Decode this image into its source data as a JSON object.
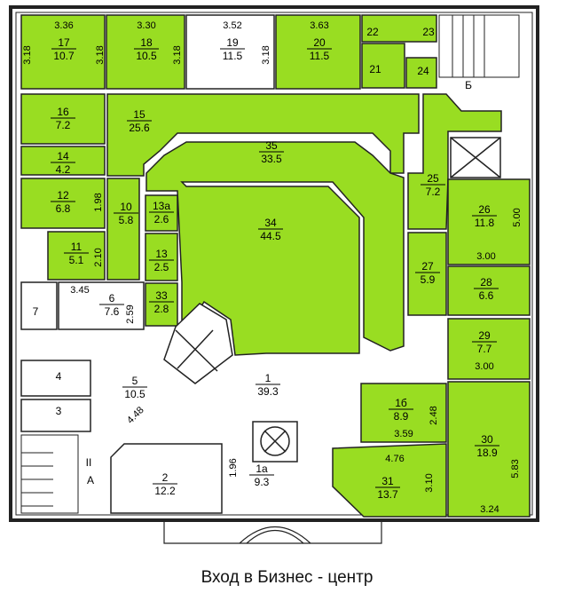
{
  "caption": "Вход в Бизнес - центр",
  "colors": {
    "green": "#99dd22",
    "wall": "#222222",
    "paper": "#ffffff"
  },
  "rooms": [
    {
      "num": "17",
      "area": "10.7",
      "green": true
    },
    {
      "num": "18",
      "area": "10.5",
      "green": true
    },
    {
      "num": "19",
      "area": "11.5",
      "green": false
    },
    {
      "num": "20",
      "area": "11.5",
      "green": true
    },
    {
      "num": "22",
      "area": "",
      "green": true
    },
    {
      "num": "23",
      "area": "",
      "green": true
    },
    {
      "num": "21",
      "area": "",
      "green": true
    },
    {
      "num": "24",
      "area": "",
      "green": true
    },
    {
      "num": "16",
      "area": "7.2",
      "green": true
    },
    {
      "num": "15",
      "area": "25.6",
      "green": true
    },
    {
      "num": "14",
      "area": "4.2",
      "green": true
    },
    {
      "num": "35",
      "area": "33.5",
      "green": true
    },
    {
      "num": "12",
      "area": "6.8",
      "green": true
    },
    {
      "num": "13а",
      "area": "2.6",
      "green": true
    },
    {
      "num": "34",
      "area": "44.5",
      "green": true
    },
    {
      "num": "10",
      "area": "5.8",
      "green": true
    },
    {
      "num": "11",
      "area": "5.1",
      "green": true
    },
    {
      "num": "13",
      "area": "2.5",
      "green": true
    },
    {
      "num": "25",
      "area": "7.2",
      "green": true
    },
    {
      "num": "26",
      "area": "11.8",
      "green": true
    },
    {
      "num": "27",
      "area": "5.9",
      "green": true
    },
    {
      "num": "28",
      "area": "6.6",
      "green": true
    },
    {
      "num": "33",
      "area": "2.8",
      "green": true
    },
    {
      "num": "6",
      "area": "7.6",
      "green": false
    },
    {
      "num": "29",
      "area": "7.7",
      "green": true
    },
    {
      "num": "5",
      "area": "10.5",
      "green": false
    },
    {
      "num": "1",
      "area": "39.3",
      "green": false
    },
    {
      "num": "1б",
      "area": "8.9",
      "green": true
    },
    {
      "num": "30",
      "area": "18.9",
      "green": true
    },
    {
      "num": "2",
      "area": "12.2",
      "green": false
    },
    {
      "num": "1а",
      "area": "9.3",
      "green": false
    },
    {
      "num": "31",
      "area": "13.7",
      "green": true
    }
  ],
  "labels": [
    {
      "text": "4"
    },
    {
      "text": "3"
    },
    {
      "text": "7"
    },
    {
      "text": "А"
    },
    {
      "text": "Б"
    },
    {
      "text": "II"
    }
  ],
  "dims": [
    {
      "text": "3.36"
    },
    {
      "text": "3.30"
    },
    {
      "text": "3.52"
    },
    {
      "text": "3.63"
    },
    {
      "text": "3.18"
    },
    {
      "text": "3.18"
    },
    {
      "text": "3.18"
    },
    {
      "text": "3.18"
    },
    {
      "text": "1.98"
    },
    {
      "text": "2.10"
    },
    {
      "text": "2.59"
    },
    {
      "text": "3.45"
    },
    {
      "text": "4.48"
    },
    {
      "text": "1.96"
    },
    {
      "text": "5.00"
    },
    {
      "text": "3.00"
    },
    {
      "text": "3.00"
    },
    {
      "text": "2.48"
    },
    {
      "text": "3.59"
    },
    {
      "text": "4.76"
    },
    {
      "text": "3.10"
    },
    {
      "text": "5.83"
    },
    {
      "text": "3.24"
    }
  ]
}
